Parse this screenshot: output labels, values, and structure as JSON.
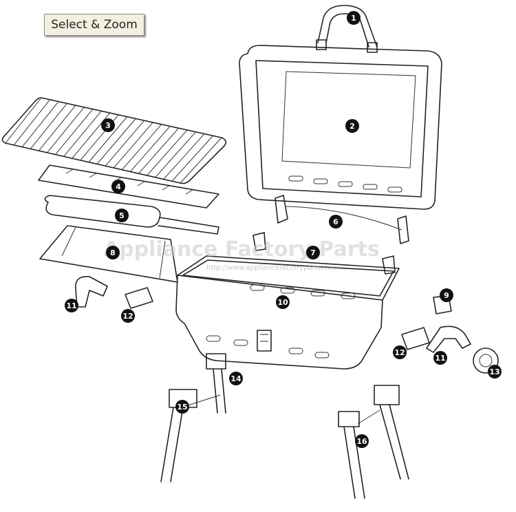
{
  "toolbar": {
    "select_zoom_label": "Select & Zoom"
  },
  "watermark": {
    "text": "Appliance Factory Parts",
    "url": "http://www.appliancefactoryparts.com"
  },
  "callouts": [
    "1",
    "2",
    "3",
    "4",
    "5",
    "6",
    "7",
    "8",
    "9",
    "10",
    "11",
    "11",
    "12",
    "12",
    "13",
    "14",
    "15",
    "16"
  ]
}
